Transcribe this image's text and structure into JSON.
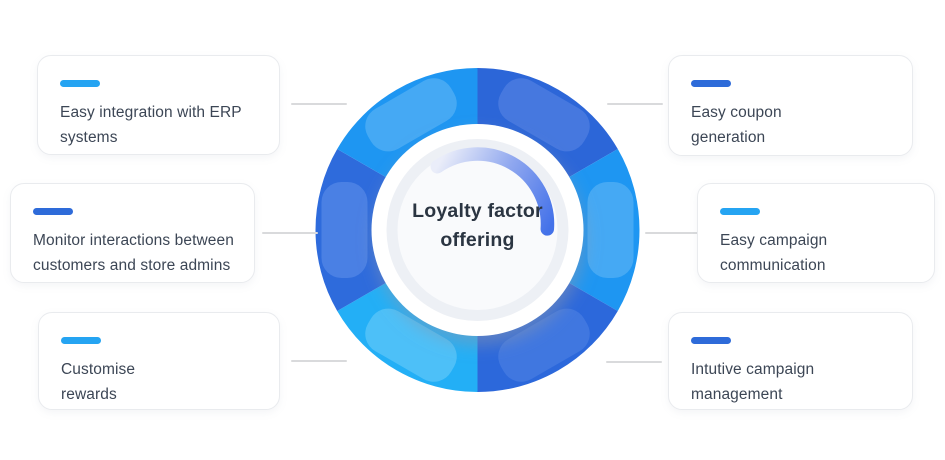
{
  "diagram_title": "Loyalty factor\noffering",
  "cards": [
    {
      "id": "easy-integration",
      "side": "left",
      "accent": "#25a4f2",
      "text": "Easy integration with ERP\nsystems"
    },
    {
      "id": "monitor-interactions",
      "side": "left",
      "accent": "#2e6bd9",
      "text": "Monitor interactions between\ncustomers and store admins"
    },
    {
      "id": "customise-rewards",
      "side": "left",
      "accent": "#25a4f2",
      "text": "Customise\nrewards"
    },
    {
      "id": "coupon-generation",
      "side": "right",
      "accent": "#2e6bd9",
      "text": "Easy coupon\ngeneration"
    },
    {
      "id": "campaign-communication",
      "side": "right",
      "accent": "#25a4f2",
      "text": "Easy campaign\ncommunication"
    },
    {
      "id": "campaign-management",
      "side": "right",
      "accent": "#2e6bd9",
      "text": "Intutive campaign\nmanagement"
    }
  ],
  "wheel": {
    "segments": [
      {
        "name": "top-right",
        "color": "#2c66d8",
        "highlight": "#4678df"
      },
      {
        "name": "right",
        "color": "#1e96f2",
        "highlight": "#45a9f4"
      },
      {
        "name": "bottom-right",
        "color": "#2c68db",
        "highlight": "#4077e0"
      },
      {
        "name": "bottom-left",
        "color": "#23aff6",
        "highlight": "#4dc0f8"
      },
      {
        "name": "left",
        "color": "#2e6bdc",
        "highlight": "#4a80e4"
      },
      {
        "name": "top-left",
        "color": "#1e96f2",
        "highlight": "#45a9f4"
      }
    ],
    "hub": {
      "white": "#ffffff",
      "ring_color": "#edf0f5",
      "core_color": "#f9fafc"
    },
    "swoosh": {
      "from": "#eaedf9",
      "mid": "#8fa7ef",
      "to": "#4472e9"
    }
  },
  "connector_color": "#d9dadc"
}
